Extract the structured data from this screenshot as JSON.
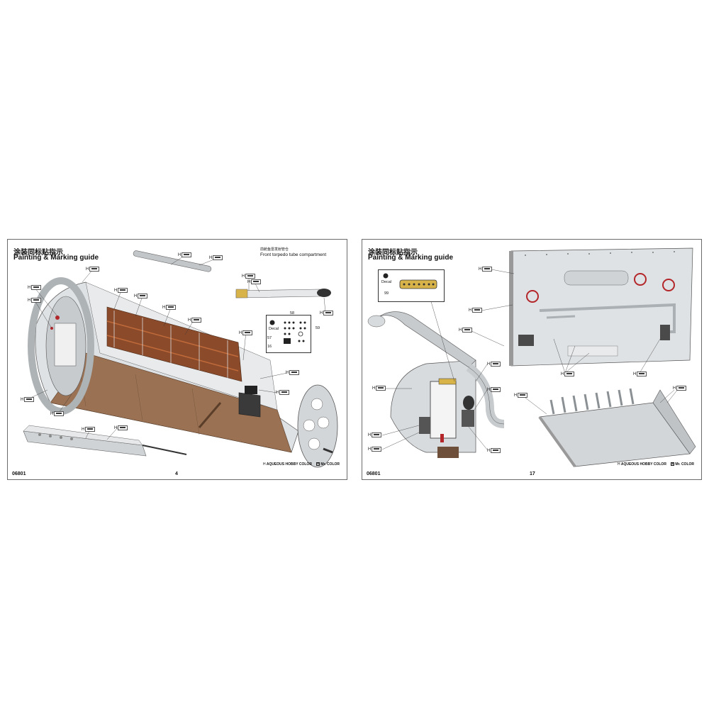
{
  "left_page": {
    "title_cn": "涂装同标贴指示",
    "title_en": "Painting & Marking guide",
    "subtitle_cn": "前舱鱼雷发射管仓",
    "subtitle_en": "Front torpedo tube compartment",
    "decal_label": "Decal",
    "decal_numbers": [
      "58",
      "57",
      "59",
      "16"
    ],
    "footer_code": "06801",
    "page_number": "4",
    "legend_aqueous": "AQUEOUS HOBBY COLOR",
    "legend_mr": "Mr. COLOR",
    "legend_h_mark": "H",
    "legend_m_mark": "M"
  },
  "right_page": {
    "title_cn": "涂装同标贴指示",
    "title_en": "Painting & Marking guide",
    "decal_label": "Decal",
    "decal_number": "99",
    "footer_code": "06801",
    "page_number": "17",
    "legend_aqueous": "AQUEOUS HOBBY COLOR",
    "legend_mr": "Mr. COLOR",
    "legend_h_mark": "H",
    "legend_m_mark": "M"
  },
  "callout_letter": "H",
  "colors": {
    "hull_grey": "#cfd3d6",
    "wood_deck": "#9a7152",
    "rack_wood": "#8b4b2b",
    "steel": "#b8bdc1",
    "dark": "#2b2b2b",
    "red": "#b3262a"
  }
}
